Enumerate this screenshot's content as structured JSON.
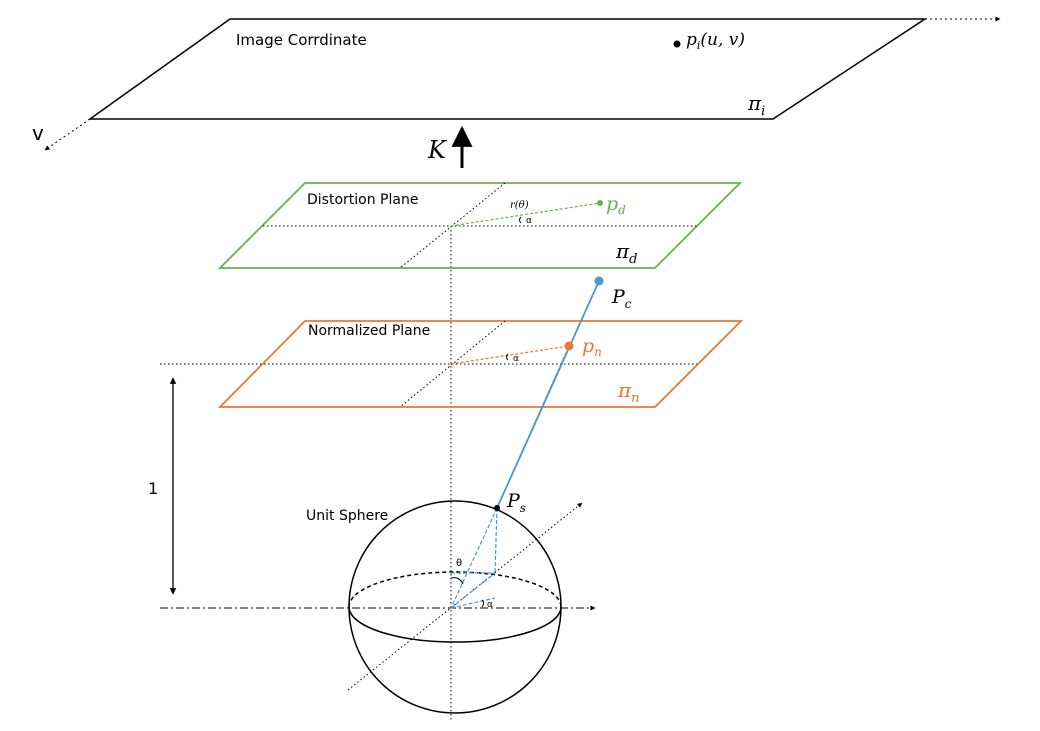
{
  "labels": {
    "image_plane_title": "Image Corrdinate",
    "image_point": "p",
    "image_point_sub": "i",
    "image_point_args": "(u, v)",
    "image_plane_name": "π",
    "image_plane_sub": "i",
    "v_axis": "v",
    "projection_matrix": "K",
    "distortion_plane_title": "Distortion Plane",
    "distortion_radius": "r(θ)",
    "distortion_point": "p",
    "distortion_point_sub": "d",
    "distortion_plane_name": "π",
    "distortion_plane_sub": "d",
    "camera_point": "P",
    "camera_point_sub": "c",
    "normalized_plane_title": "Normalized Plane",
    "normalized_point": "p",
    "normalized_point_sub": "n",
    "normalized_plane_name": "π",
    "normalized_plane_sub": "n",
    "unit_distance": "1",
    "sphere_title": "Unit Sphere",
    "sphere_point": "P",
    "sphere_point_sub": "s",
    "theta": "θ",
    "alpha": "α"
  },
  "colors": {
    "distortion": "#6ab04c",
    "normalized": "#e8792f",
    "ray": "#4f95d0",
    "ink": "#000000"
  }
}
